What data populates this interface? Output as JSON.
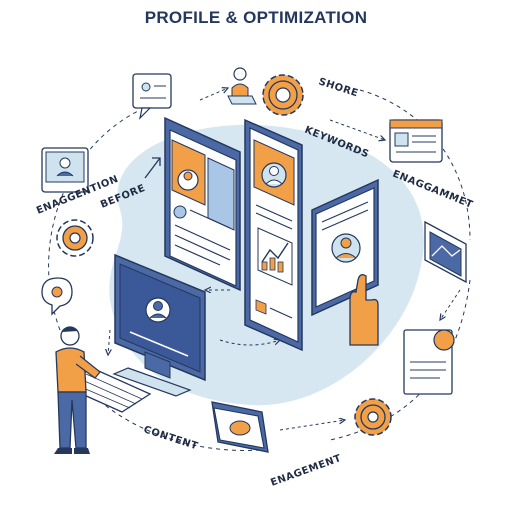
{
  "title": "PROFILE & OPTIMIZATION",
  "labels": {
    "shore": "SHORE",
    "keywords": "KEYWORDS",
    "enaggammet": "ENAGGAMMET",
    "enaggention": "ENAGGENTION",
    "before": "BEFORE",
    "content": "CONTENT",
    "enagement": "ENAGEMENT"
  },
  "colors": {
    "navy": "#24385e",
    "blue": "#4b6aa5",
    "light_blue": "#cfe3ee",
    "orange": "#f2a048",
    "white": "#ffffff"
  }
}
